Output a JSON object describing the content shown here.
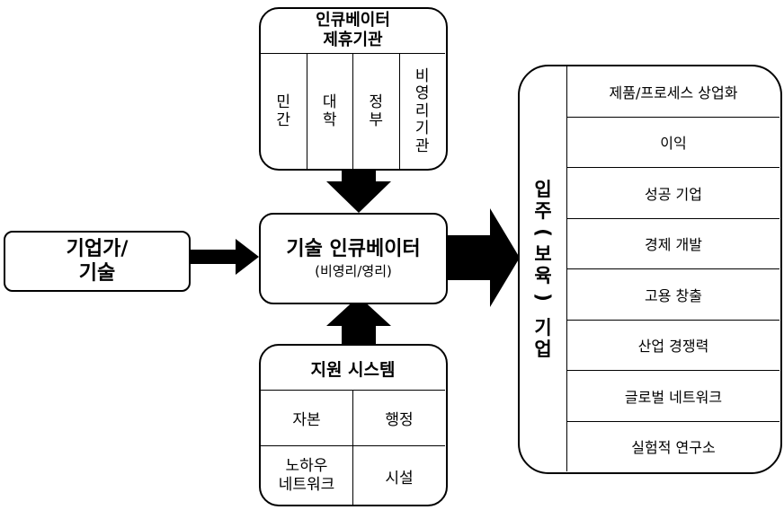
{
  "incubator_partners": {
    "title_line1": "인큐베이터",
    "title_line2": "제휴기관",
    "columns": [
      {
        "chars": [
          "민",
          "간"
        ]
      },
      {
        "chars": [
          "대",
          "학"
        ]
      },
      {
        "chars": [
          "정",
          "부"
        ]
      },
      {
        "chars": [
          "비",
          "영",
          "리",
          "기",
          "관"
        ]
      }
    ]
  },
  "entrepreneur": {
    "line1": "기업가/",
    "line2": "기술"
  },
  "tech_incubator": {
    "title": "기술 인큐베이터",
    "subtitle": "(비영리/영리)"
  },
  "support_system": {
    "title": "지원 시스템",
    "cells": {
      "capital": "자본",
      "administration": "행정",
      "knowhow_line1": "노하우",
      "knowhow_line2": "네트워크",
      "facilities": "시설"
    }
  },
  "tenant_company": {
    "label_chars": [
      "입",
      "주",
      "(",
      "보",
      "육",
      ")",
      "기",
      "업"
    ]
  },
  "outcomes": [
    "제품/프로세스 상업화",
    "이익",
    "성공 기업",
    "경제 개발",
    "고용 창출",
    "산업 경쟁력",
    "글로벌 네트워크",
    "실험적 연구소"
  ]
}
